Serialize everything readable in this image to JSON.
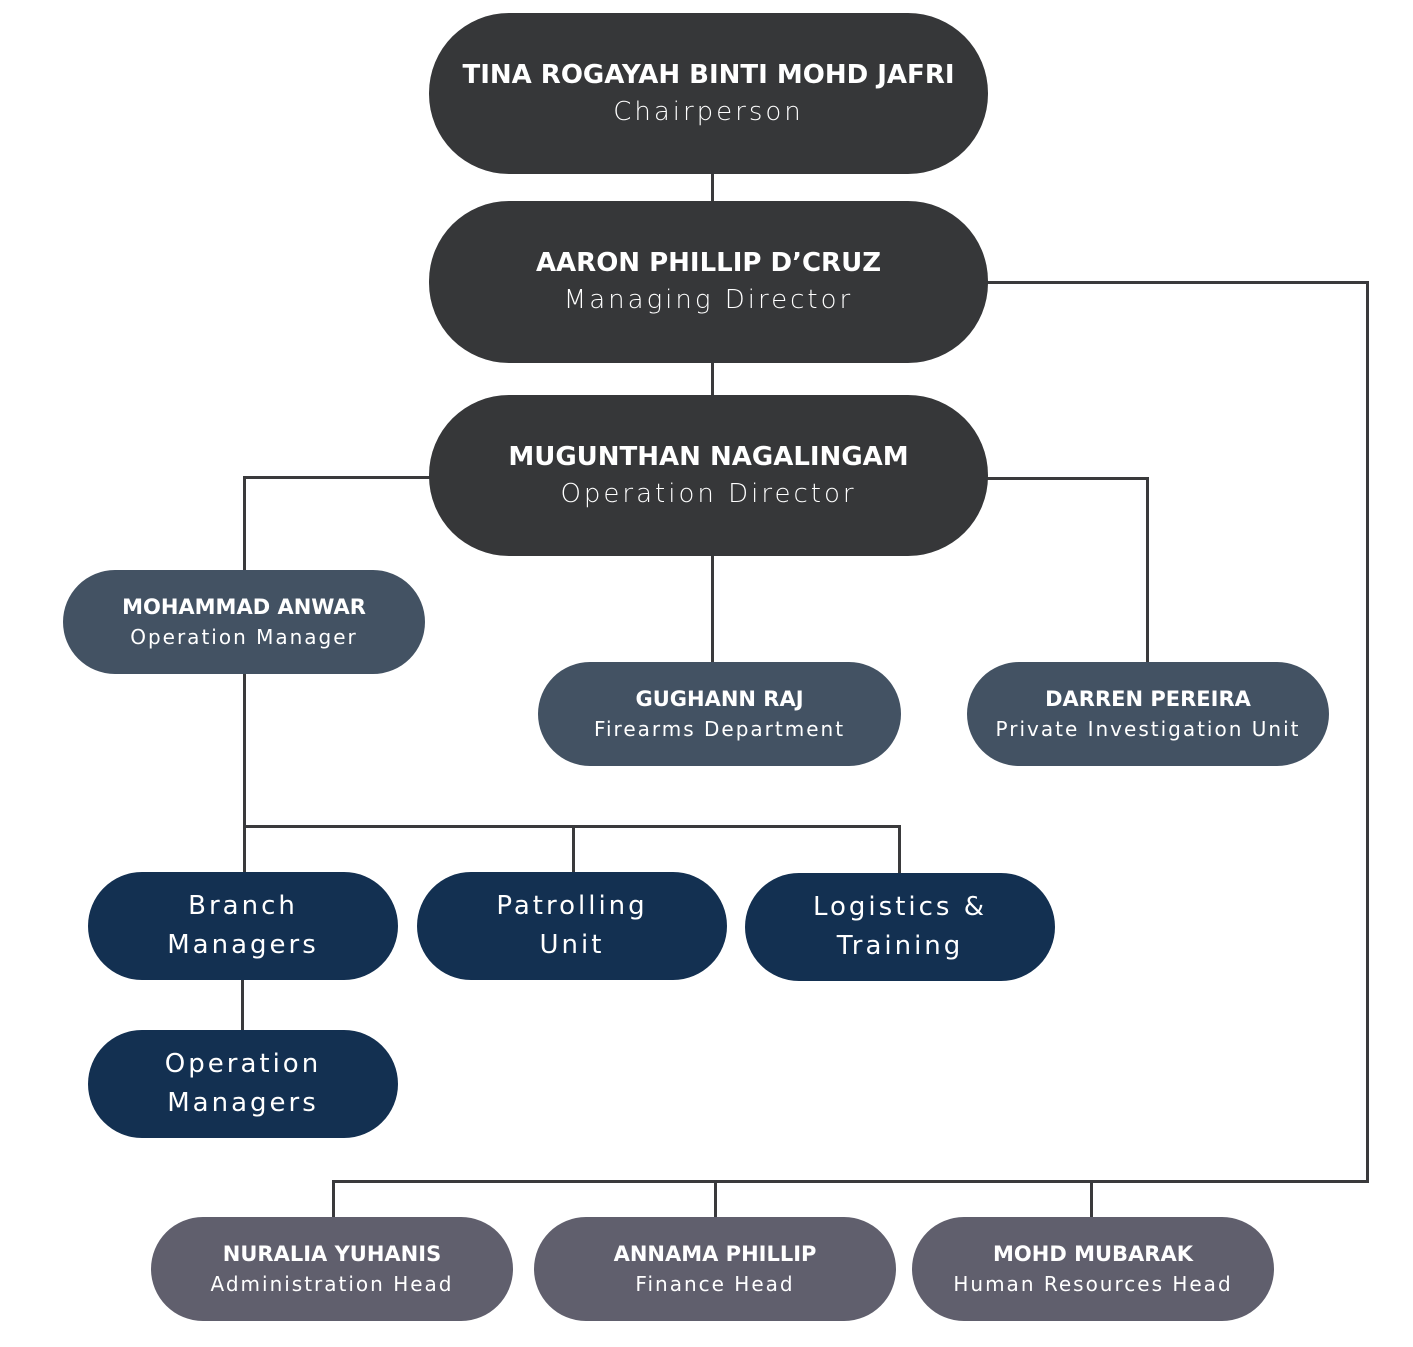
{
  "chart_title": "",
  "colors": {
    "executive": "#363739",
    "manager": "#435263",
    "unit": "#133051",
    "support": "#605f6d",
    "connector": "#3a3a3c",
    "text": "#ffffff"
  },
  "nodes": {
    "chairperson": {
      "name": "TINA ROGAYAH BINTI MOHD JAFRI",
      "title": "Chairperson"
    },
    "managing_director": {
      "name": "AARON PHILLIP D’CRUZ",
      "title": "Managing Director"
    },
    "operation_director": {
      "name": "MUGUNTHAN NAGALINGAM",
      "title": "Operation Director"
    },
    "operation_manager": {
      "name": "MOHAMMAD ANWAR",
      "title": "Operation Manager"
    },
    "firearms": {
      "name": "GUGHANN RAJ",
      "title": "Firearms Department"
    },
    "private_investigation": {
      "name": "DARREN PEREIRA",
      "title": "Private Investigation Unit"
    },
    "branch_managers": {
      "label": "Branch\nManagers"
    },
    "patrolling_unit": {
      "label": "Patrolling\nUnit"
    },
    "logistics_training": {
      "label": "Logistics &\nTraining"
    },
    "operation_managers": {
      "label": "Operation\nManagers"
    },
    "administration": {
      "name": "NURALIA YUHANIS",
      "title": "Administration Head"
    },
    "finance": {
      "name": "ANNAMA PHILLIP",
      "title": "Finance Head"
    },
    "human_resources": {
      "name": "MOHD MUBARAK",
      "title": "Human Resources Head"
    }
  },
  "hierarchy": [
    {
      "parent": "chairperson",
      "children": [
        "managing_director"
      ]
    },
    {
      "parent": "managing_director",
      "children": [
        "operation_director",
        "administration",
        "finance",
        "human_resources"
      ]
    },
    {
      "parent": "operation_director",
      "children": [
        "operation_manager",
        "firearms",
        "private_investigation"
      ]
    },
    {
      "parent": "operation_manager",
      "children": [
        "branch_managers",
        "patrolling_unit",
        "logistics_training"
      ]
    },
    {
      "parent": "branch_managers",
      "children": [
        "operation_managers"
      ]
    }
  ]
}
